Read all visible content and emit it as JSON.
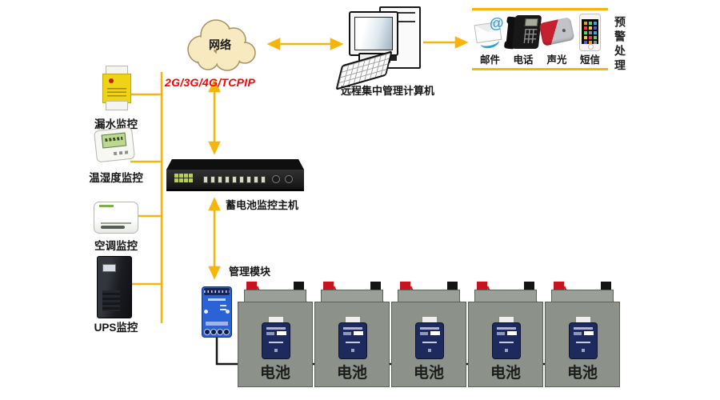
{
  "cloud": {
    "label": "网络"
  },
  "uplink": {
    "protocol": "2G/3G/4G/TCPIP"
  },
  "computer": {
    "label": "远程集中管理计算机"
  },
  "alerts": {
    "title": "预警处理",
    "items": [
      {
        "label": "邮件",
        "icon": "email-icon",
        "glyph": "@"
      },
      {
        "label": "电话",
        "icon": "phone-icon"
      },
      {
        "label": "声光",
        "icon": "siren-icon"
      },
      {
        "label": "短信",
        "icon": "smartphone-icon"
      }
    ]
  },
  "monitors": [
    {
      "label": "漏水监控",
      "icon": "leak-sensor-icon"
    },
    {
      "label": "温湿度监控",
      "icon": "temp-humidity-sensor-icon"
    },
    {
      "label": "空调监控",
      "icon": "air-conditioner-icon"
    },
    {
      "label": "UPS监控",
      "icon": "ups-tower-icon"
    }
  ],
  "host": {
    "label": "蓄电池监控主机",
    "icon": "rack-switch-icon"
  },
  "management_module": {
    "label": "管理模块",
    "icon": "data-collector-icon"
  },
  "batteries": [
    {
      "label": "电池"
    },
    {
      "label": "电池"
    },
    {
      "label": "电池"
    },
    {
      "label": "电池"
    },
    {
      "label": "电池"
    }
  ],
  "colors": {
    "connector_yellow": "#F7B50C",
    "protocol_red": "#FF0000",
    "battery_gray": "#8C9289",
    "battery_sensor_navy": "#1E2A5E",
    "management_blue": "#2B62D6",
    "cloud_fill": "#F7E9C0",
    "wire_red": "#DD1111",
    "wire_black": "#151515"
  }
}
